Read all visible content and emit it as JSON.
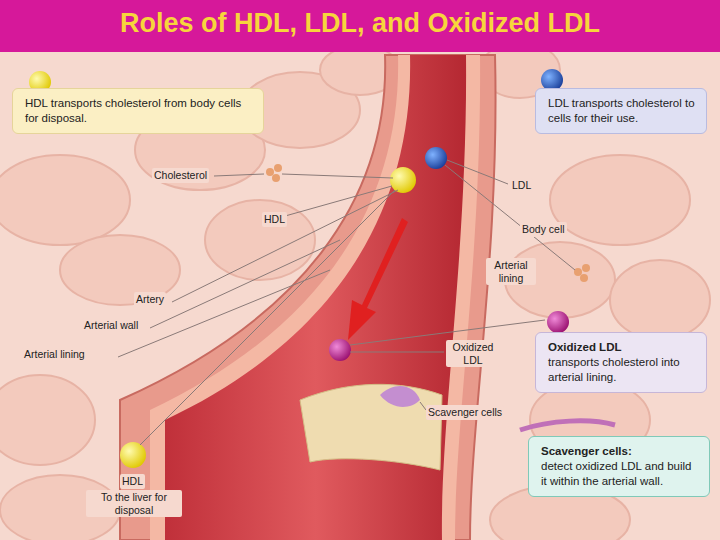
{
  "diagram": {
    "title": "Roles of HDL, LDL, and Oxidized LDL",
    "nodes": [
      {
        "text": [
          "HDL transports cholesterol from body cells for disposal."
        ]
      },
      {
        "text": [
          "LDL transports cholesterol to cells for their use."
        ]
      },
      {
        "text": [
          "Oxidized LDL",
          "transports cholesterol into arterial lining."
        ]
      },
      {
        "text": [
          "Scavenger cells:",
          "detect oxidized LDL and build it within the arterial wall."
        ]
      }
    ],
    "labels": [
      "Cholesterol",
      "HDL",
      "LDL",
      "Body cell",
      "Arterial lining",
      "Artery",
      "Arterial wall",
      "Arterial lining",
      "Oxidized LDL",
      "Scavenger cells",
      "HDL",
      "To the liver for disposal"
    ]
  }
}
